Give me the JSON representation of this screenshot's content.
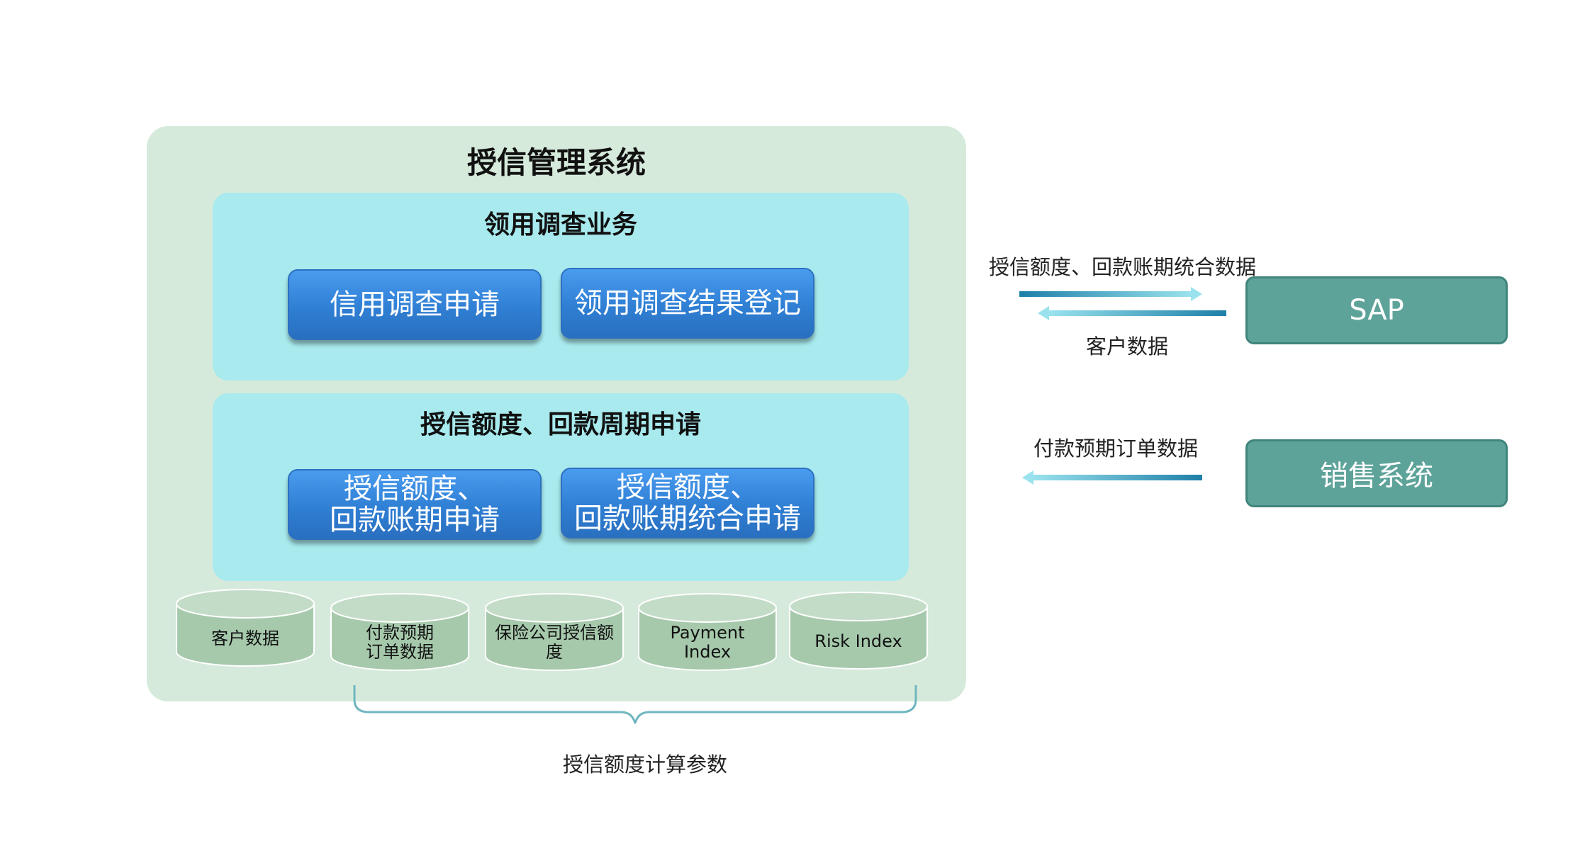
{
  "system": {
    "title": "授信管理系统"
  },
  "sections": [
    {
      "title": "领用调查业务",
      "buttons": [
        {
          "line1": "信用调查申请",
          "line2": ""
        },
        {
          "line1": "领用调查结果登记",
          "line2": ""
        }
      ]
    },
    {
      "title": "授信额度、回款周期申请",
      "buttons": [
        {
          "line1": "授信额度、",
          "line2": "回款账期申请"
        },
        {
          "line1": "授信额度、",
          "line2": "回款账期统合申请"
        }
      ]
    }
  ],
  "datastores": [
    {
      "line1": "客户数据",
      "line2": ""
    },
    {
      "line1": "付款预期",
      "line2": "订单数据"
    },
    {
      "line1": "保险公司授信额",
      "line2": "度"
    },
    {
      "line1": "Payment",
      "line2": "Index"
    },
    {
      "line1": "Risk Index",
      "line2": ""
    }
  ],
  "brace_label": "授信额度计算参数",
  "external": {
    "sap": {
      "label": "SAP",
      "outgoing_label": "授信额度、回款账期统合数据",
      "incoming_label": "客户数据"
    },
    "sales": {
      "label": "销售系统",
      "incoming_label": "付款预期订单数据"
    }
  },
  "colors": {
    "outer_panel": "#d6eadc",
    "section": "#a8eaee",
    "button": "#2f7fd4",
    "cylinder": "#a6c9ac",
    "external_box": "#5ea39a",
    "arrow_dark": "#1e7fa8",
    "arrow_light": "#8fdde8"
  }
}
